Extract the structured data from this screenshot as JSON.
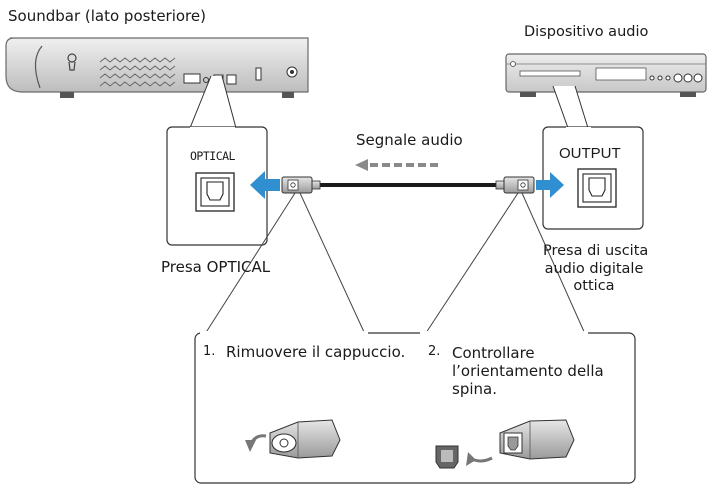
{
  "labels": {
    "soundbar": "Soundbar (lato posteriore)",
    "device": "Dispositivo audio",
    "signal": "Segnale audio",
    "optical_port": "OPTICAL",
    "output_port": "OUTPUT",
    "optical_caption": "Presa OPTICAL",
    "output_caption": [
      "Presa di uscita",
      "audio digitale",
      "ottica"
    ]
  },
  "steps": [
    {
      "num": "1.",
      "text": [
        "Rimuovere il cappuccio."
      ]
    },
    {
      "num": "2.",
      "text": [
        "Controllare",
        "l’orientamento della",
        "spina."
      ]
    }
  ],
  "colors": {
    "arrow_blue": "#2f8fd0",
    "callout_border": "#6b6b6b",
    "device_body": "#d9d9d9",
    "soundbar_body": "#d9d9d9"
  }
}
